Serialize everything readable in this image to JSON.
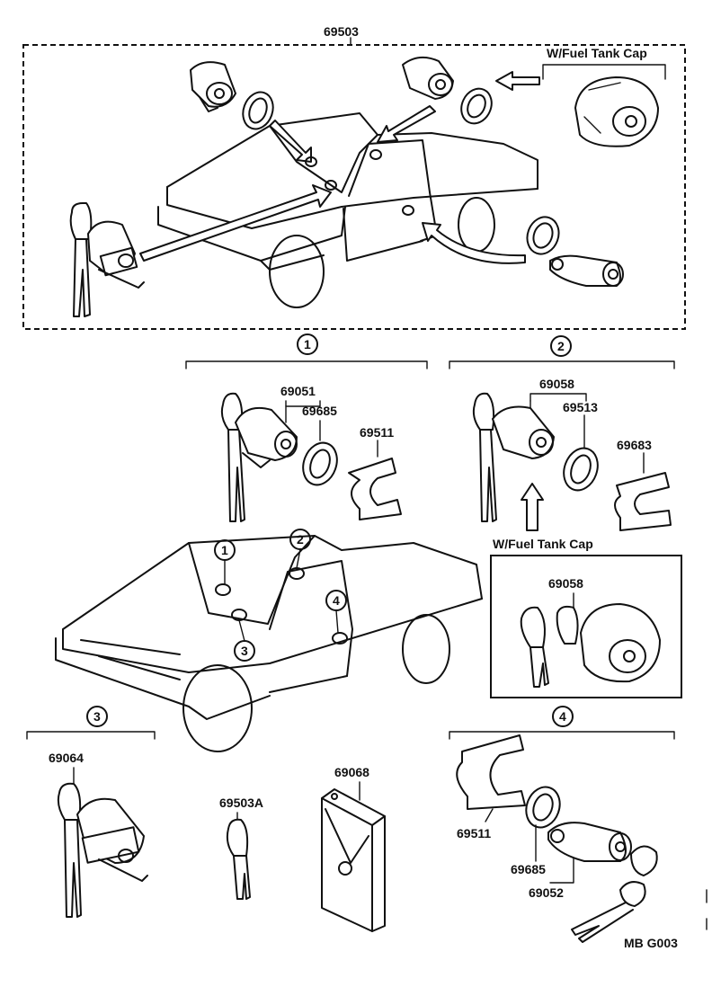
{
  "set": {
    "part_number": "69503",
    "fuel_cap_caption": "W/Fuel Tank Cap"
  },
  "group1": {
    "callout": "1",
    "parts": [
      "69051",
      "69685",
      "69511"
    ]
  },
  "group2": {
    "callout": "2",
    "parts": [
      "69058",
      "69513",
      "69683"
    ],
    "fuel_cap_caption": "W/Fuel Tank Cap",
    "fuel_cap_part": "69058"
  },
  "group3": {
    "callout": "3",
    "parts": [
      "69064",
      "69503A",
      "69068"
    ]
  },
  "group4": {
    "callout": "4",
    "parts": [
      "69511",
      "69685",
      "69052"
    ]
  },
  "truck_callouts": [
    "1",
    "2",
    "3",
    "4"
  ],
  "figure_code": "MB G003"
}
